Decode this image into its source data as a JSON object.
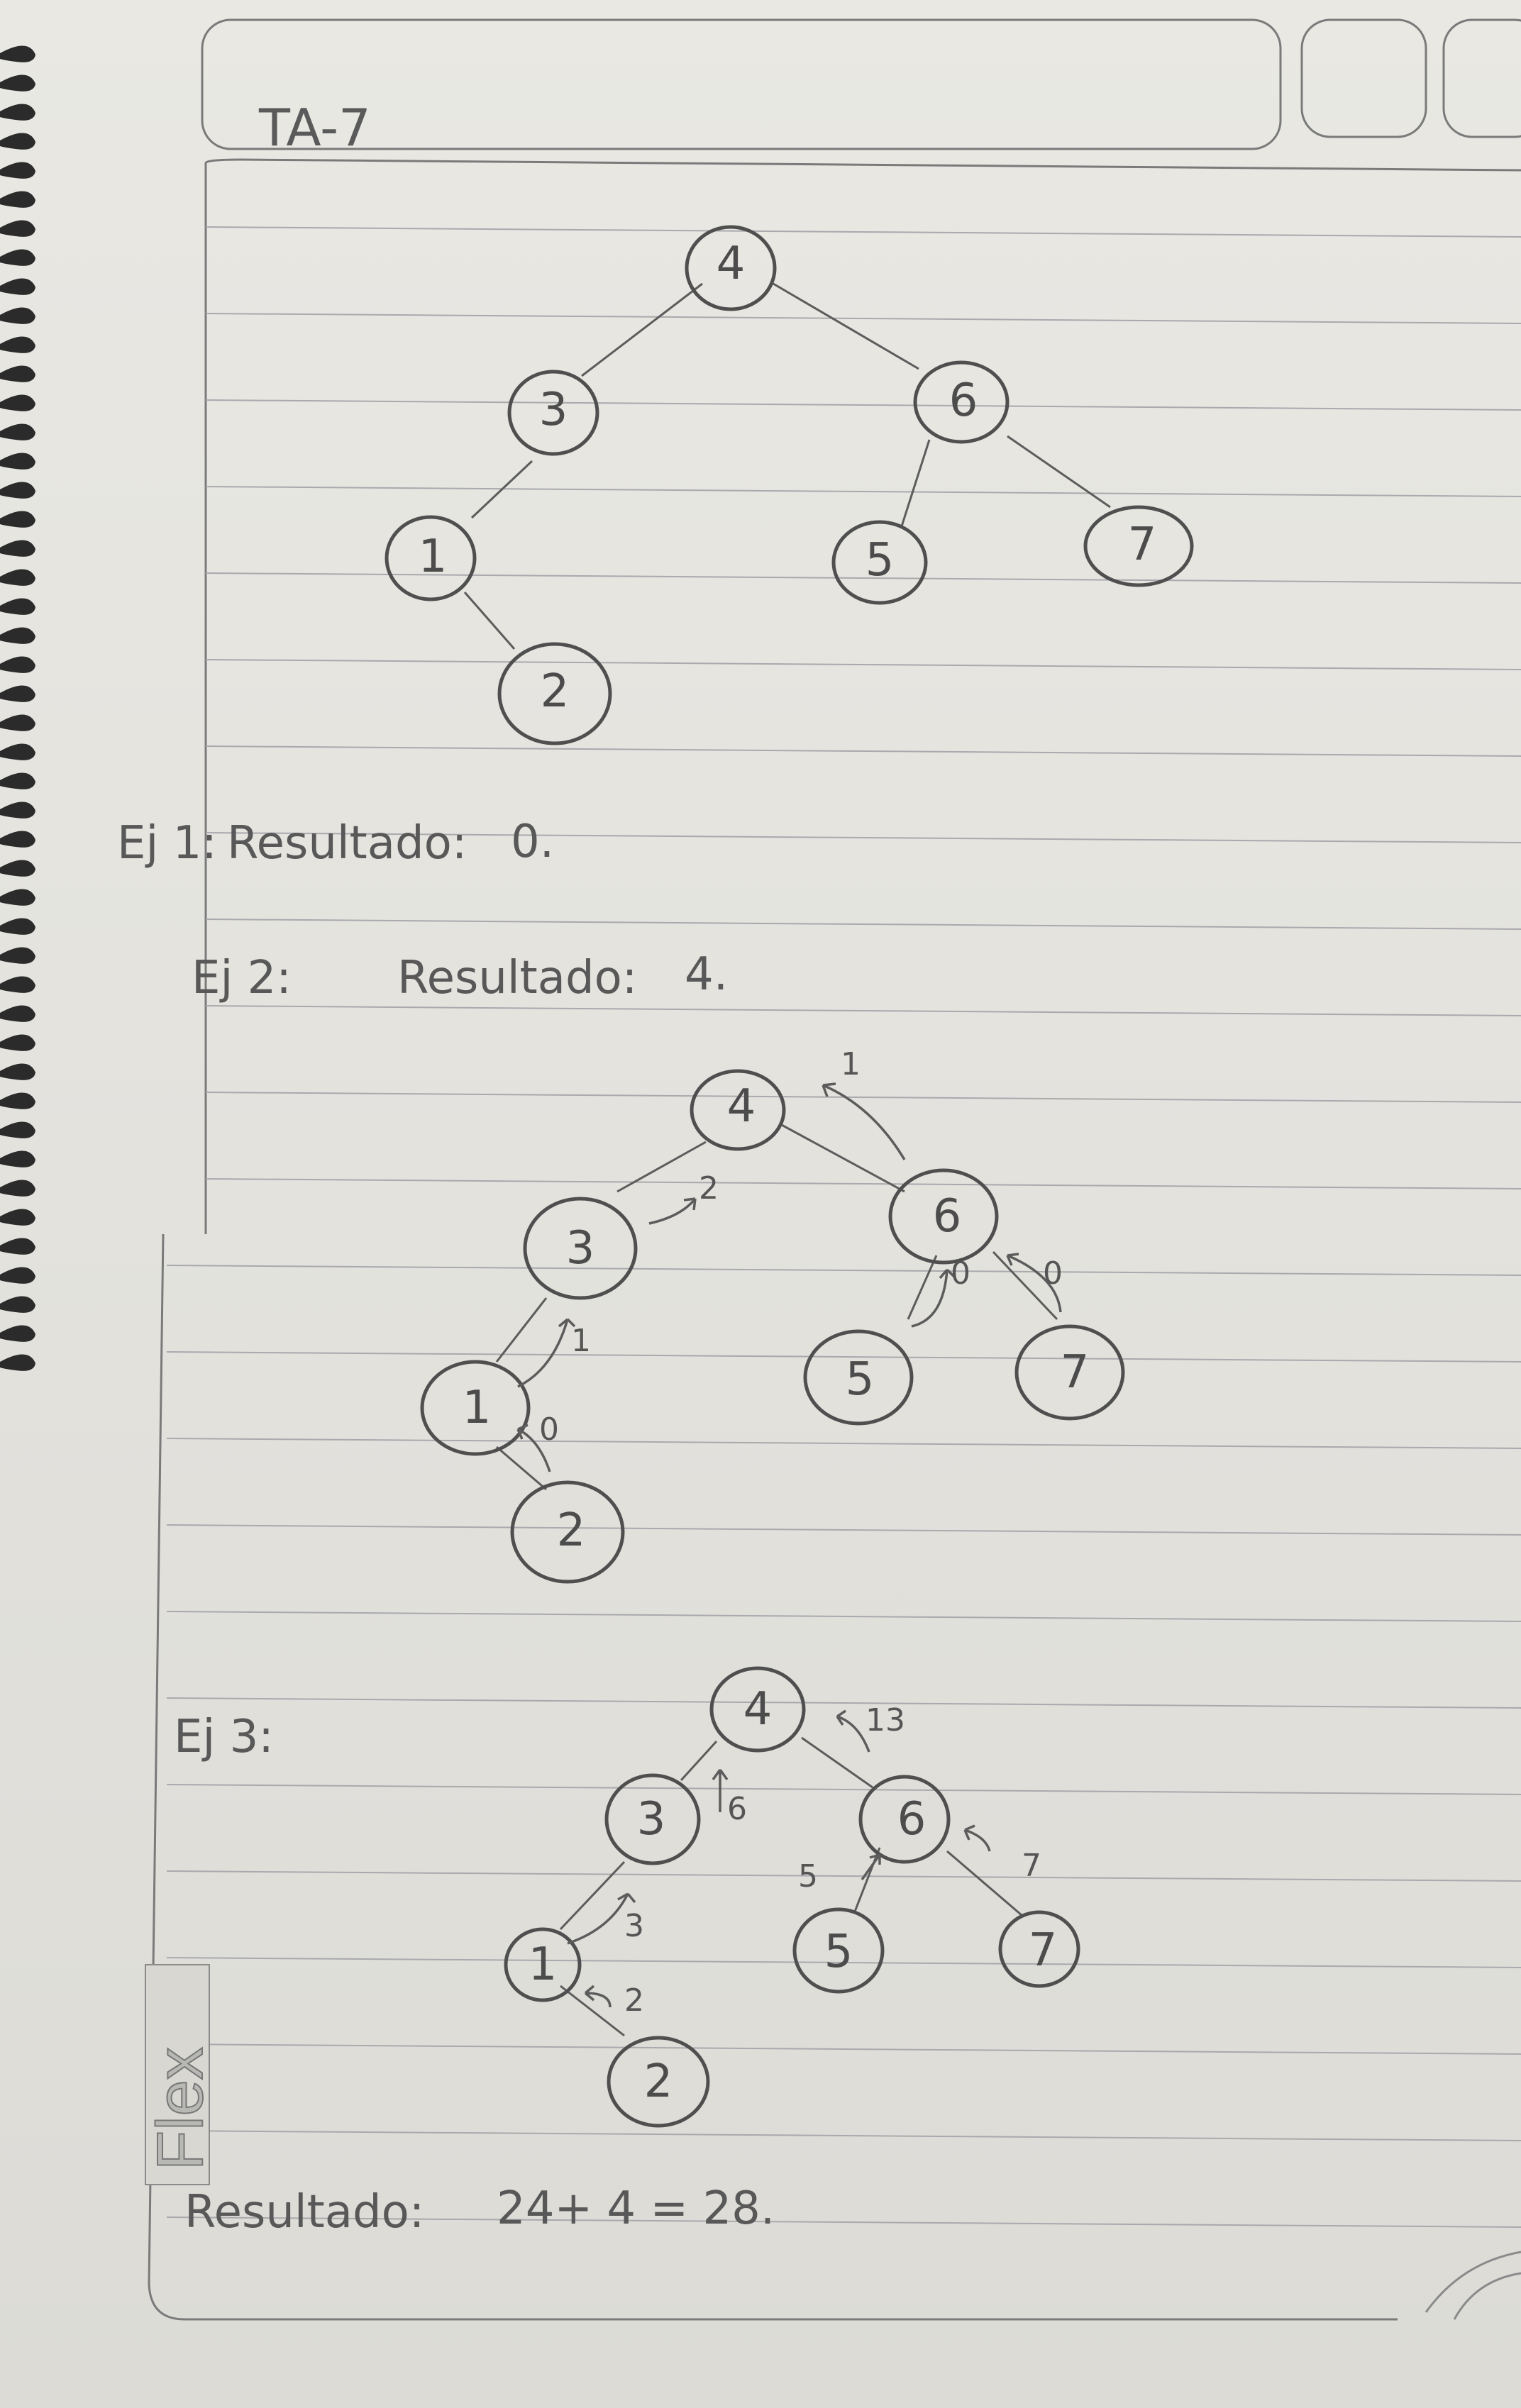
{
  "header": {
    "title": "TA-7"
  },
  "trees": {
    "tree1": {
      "nodes": [
        "4",
        "3",
        "6",
        "1",
        "5",
        "7",
        "2"
      ]
    },
    "tree2": {
      "nodes": [
        "4",
        "3",
        "6",
        "1",
        "5",
        "7",
        "2"
      ],
      "annotations": [
        "1",
        "2",
        "1",
        "0",
        "0",
        "0"
      ]
    },
    "tree3": {
      "nodes": [
        "4",
        "3",
        "6",
        "1",
        "5",
        "7",
        "2"
      ],
      "annotations": [
        "13",
        "6",
        "5",
        "7",
        "3",
        "2"
      ]
    }
  },
  "exercises": {
    "ej1": {
      "label": "Ej 1:",
      "text": "Resultado:",
      "value": "0."
    },
    "ej2": {
      "label": "Ej 2:",
      "text": "Resultado:",
      "value": "4."
    },
    "ej3": {
      "label": "Ej 3:"
    },
    "result": {
      "text": "Resultado:",
      "value": "24+ 4 = 28."
    }
  },
  "brand": {
    "stamp": "Flex"
  }
}
